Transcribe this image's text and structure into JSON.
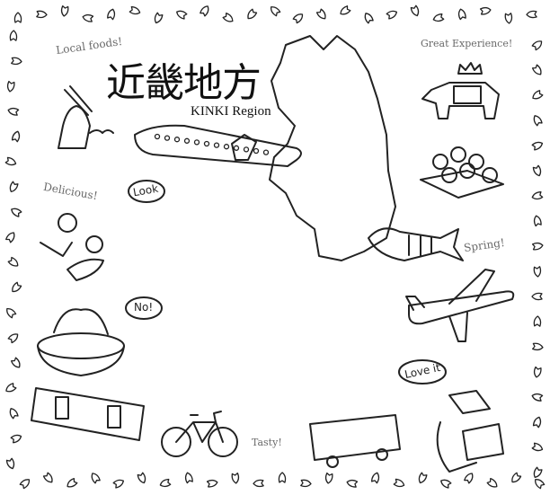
{
  "title": "近畿地方",
  "subtitle": "KINKI Region",
  "labels": {
    "local_foods": "Local foods!",
    "great_experience": "Great Experience!",
    "delicious": "Delicious!",
    "spring": "Spring!",
    "tasty": "Tasty!"
  },
  "bubbles": {
    "look": "Look",
    "no": "No!",
    "love_it": "Love it"
  },
  "colors": {
    "line": "#222222",
    "label": "#6a6a6a"
  }
}
